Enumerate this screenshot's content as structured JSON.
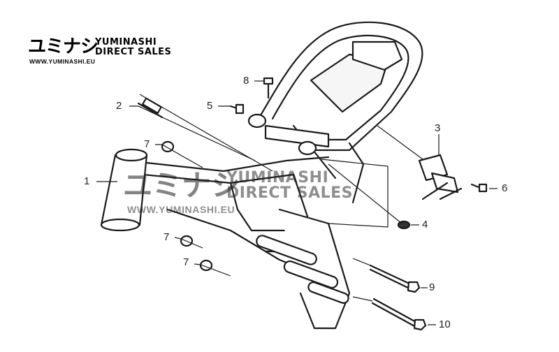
{
  "brand": {
    "kana": "ユミナシ",
    "line1": "YUMINASHI",
    "line2": "DIRECT SALES",
    "url": "WWW.YUMINASHI.EU"
  },
  "watermark": {
    "kana": "ユミナシ",
    "line1": "YUMINASHI",
    "line2": "DIRECT SALES",
    "url": "WWW.YUMINASHI.EU"
  },
  "callouts": [
    {
      "id": "1",
      "label": "1"
    },
    {
      "id": "2",
      "label": "2"
    },
    {
      "id": "3",
      "label": "3"
    },
    {
      "id": "4",
      "label": "4"
    },
    {
      "id": "5",
      "label": "5"
    },
    {
      "id": "6",
      "label": "6"
    },
    {
      "id": "7a",
      "label": "7"
    },
    {
      "id": "7b",
      "label": "7"
    },
    {
      "id": "7c",
      "label": "7"
    },
    {
      "id": "8",
      "label": "8"
    },
    {
      "id": "9",
      "label": "9"
    },
    {
      "id": "10",
      "label": "10"
    }
  ]
}
